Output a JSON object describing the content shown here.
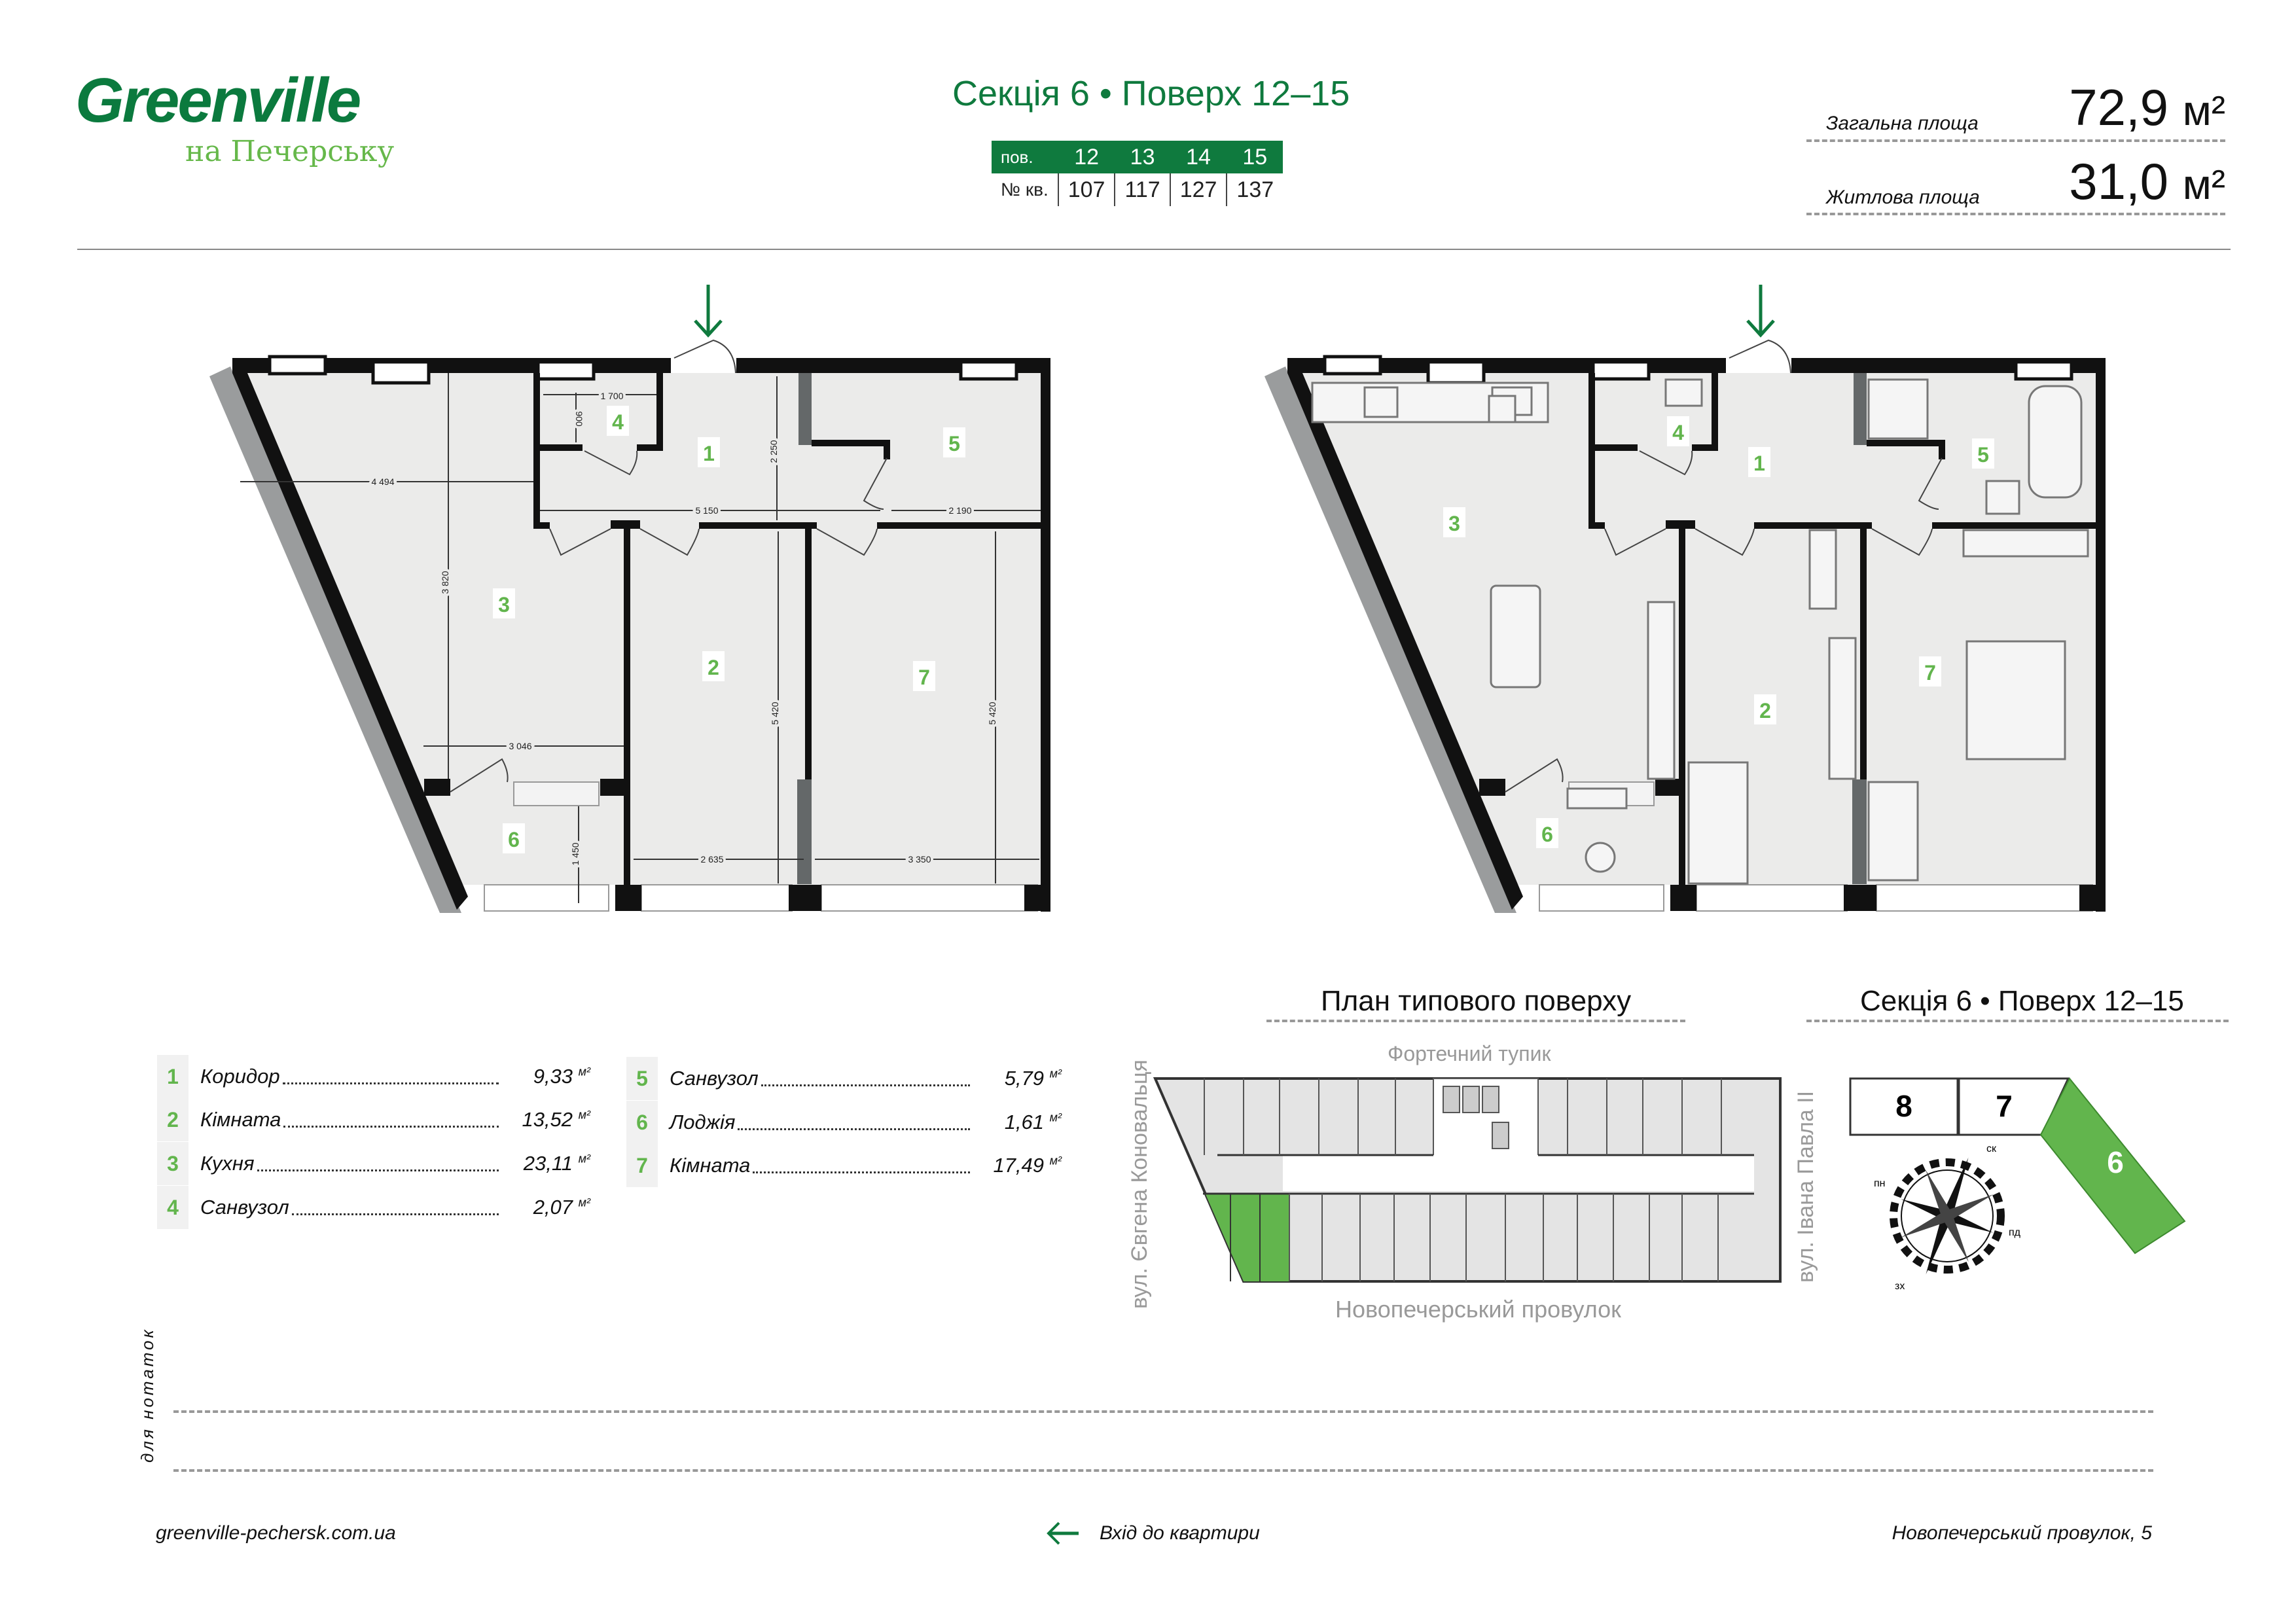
{
  "brand": {
    "name": "Greenville",
    "subtitle": "на Печерську"
  },
  "header": {
    "title": "Секція 6 • Поверх  12–15",
    "floors_table": {
      "floor_label": "пов.",
      "apt_label": "№ кв.",
      "floors": [
        "12",
        "13",
        "14",
        "15"
      ],
      "apartments": [
        "107",
        "117",
        "127",
        "137"
      ]
    },
    "total_area": {
      "label": "Загальна площа",
      "value": "72,9",
      "unit": "м²"
    },
    "living_area": {
      "label": "Житлова площа",
      "value": "31,0",
      "unit": "м²"
    }
  },
  "plan": {
    "room_numbers": [
      "1",
      "2",
      "3",
      "4",
      "5",
      "6",
      "7"
    ],
    "dimensions": {
      "d1700": "1 700",
      "d900": "900",
      "d2250": "2 250",
      "d4494": "4 494",
      "d5150": "5 150",
      "d2190": "2 190",
      "d3820": "3 820",
      "d3046": "3 046",
      "d2635": "2 635",
      "d3350": "3 350",
      "d5420a": "5 420",
      "d5420b": "5 420",
      "d1450": "1 450"
    }
  },
  "rooms": [
    {
      "num": "1",
      "name": "Коридор",
      "area": "9,33",
      "unit": "м²"
    },
    {
      "num": "2",
      "name": "Кімната",
      "area": "13,52",
      "unit": "м²"
    },
    {
      "num": "3",
      "name": "Кухня",
      "area": "23,11",
      "unit": "м²"
    },
    {
      "num": "4",
      "name": "Санвузол",
      "area": "2,07",
      "unit": "м²"
    },
    {
      "num": "5",
      "name": "Санвузол",
      "area": "5,79",
      "unit": "м²"
    },
    {
      "num": "6",
      "name": "Лоджія",
      "area": "1,61",
      "unit": "м²"
    },
    {
      "num": "7",
      "name": "Кімната",
      "area": "17,49",
      "unit": "м²"
    }
  ],
  "floor_plan": {
    "title": "План типового поверху",
    "streets": {
      "top": "Фортечний тупик",
      "bottom": "Новопечерський провулок",
      "left": "вул. Євгена Коновальця",
      "right": "вул. Івана Павла ІІ"
    }
  },
  "sections": {
    "title": "Секція 6 • Поверх  12–15",
    "items": [
      "8",
      "7",
      "6"
    ],
    "active": "6",
    "compass": {
      "ne": "ск",
      "nw": "пн",
      "se": "пд",
      "sw": "зх"
    }
  },
  "notes": {
    "label": "для нотаток"
  },
  "footer": {
    "website": "greenville-pechersk.com.ua",
    "entrance": "Вхід до квартири",
    "address": "Новопечерський провулок, 5"
  },
  "colors": {
    "brand_green": "#0f7a3e",
    "accent_green": "#62b54d",
    "room_fill": "#ebebea"
  }
}
